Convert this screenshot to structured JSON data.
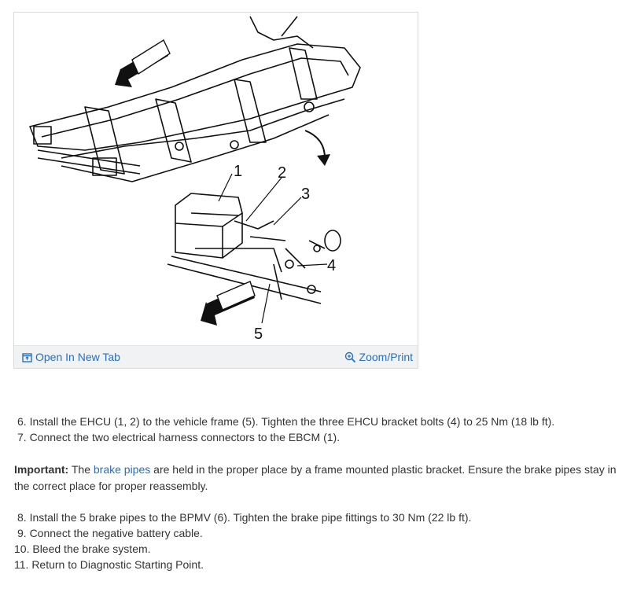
{
  "figure": {
    "callouts": [
      "1",
      "2",
      "3",
      "4",
      "5"
    ],
    "open_tab_label": "Open In New Tab",
    "zoom_print_label": "Zoom/Print",
    "open_tab_icon": "open-new-tab-icon",
    "zoom_icon": "zoom-magnifier-icon"
  },
  "steps_a": [
    "6. Install the EHCU (1, 2) to the vehicle frame (5). Tighten the three EHCU bracket bolts (4) to 25 Nm (18 lb ft).",
    "7. Connect the two electrical harness connectors to the EBCM (1)."
  ],
  "important": {
    "label": "Important:",
    "text_before": "The",
    "link_text": "brake pipes",
    "text_after": "are held in the proper place by a frame mounted plastic bracket. Ensure the brake pipes stay in the correct place for proper reassembly."
  },
  "steps_b": [
    "8. Install the 5 brake pipes to the BPMV (6). Tighten the brake pipe fittings to 30 Nm (22 lb ft).",
    "9. Connect the negative battery cable.",
    "10. Bleed the brake system.",
    "11. Return to Diagnostic Starting Point."
  ],
  "colors": {
    "link": "#2a6ebd",
    "text": "#333333",
    "bar": "#f1f2f4"
  }
}
